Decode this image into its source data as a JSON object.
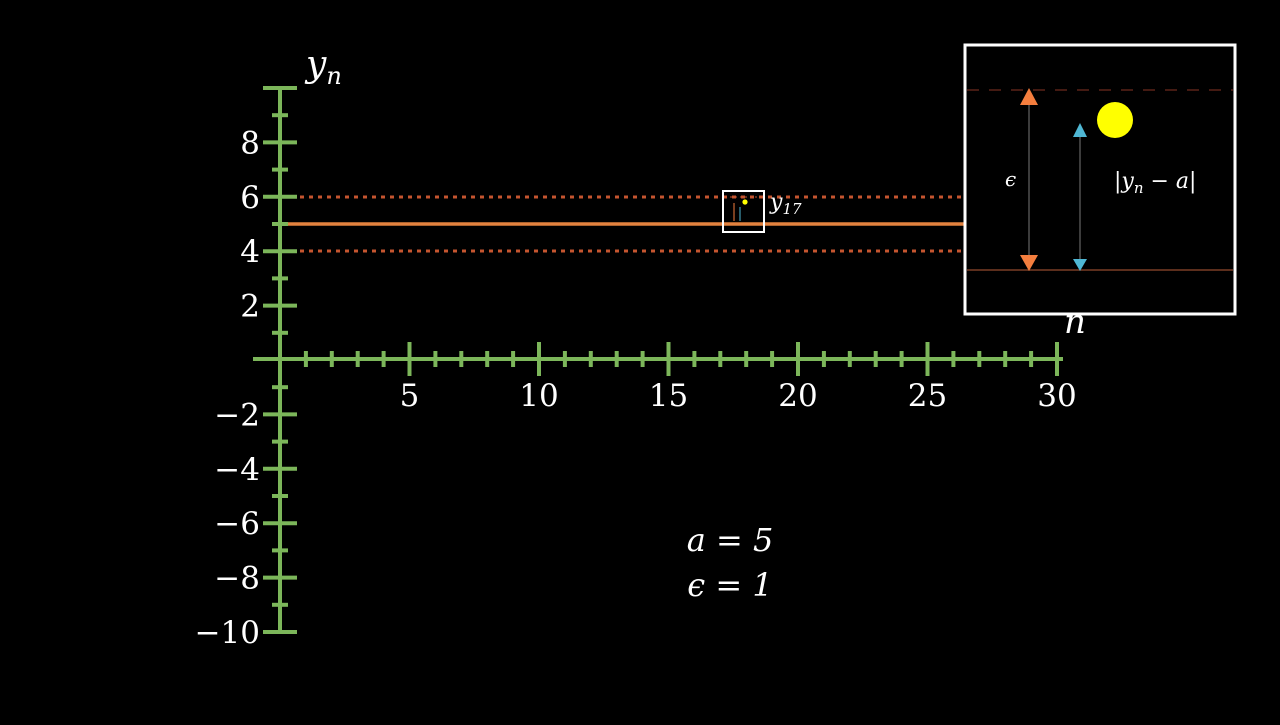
{
  "plot": {
    "x_axis_label": "n",
    "y_axis_label": "y",
    "y_axis_label_sub": "n",
    "x_ticks": [
      5,
      10,
      15,
      20,
      25,
      30
    ],
    "x_minor_step": 1,
    "x_range": [
      0,
      30
    ],
    "y_ticks": [
      8,
      6,
      4,
      2,
      -2,
      -4,
      -6,
      -8,
      -10
    ],
    "y_minor_step": 1,
    "y_range": [
      -10,
      10
    ],
    "limit_line_y": 5,
    "band_upper_y": 6,
    "band_lower_y": 4,
    "axis_color": "#7cb65a",
    "limit_color": "#e3823f",
    "band_color": "#c5552f"
  },
  "point": {
    "label": "y",
    "label_sub": "17",
    "n": 18,
    "y": 5.8
  },
  "inset": {
    "epsilon_label": "ϵ",
    "distance_label": "|y",
    "distance_label_sub": "n",
    "distance_label_rest": " − a|",
    "dot_color": "#ffff00",
    "epsilon_arrow_color": "#f47e3e",
    "distance_arrow_color": "#4fb7d4"
  },
  "equations": {
    "a_line": "a = 5",
    "epsilon_line": "ϵ = 1"
  }
}
